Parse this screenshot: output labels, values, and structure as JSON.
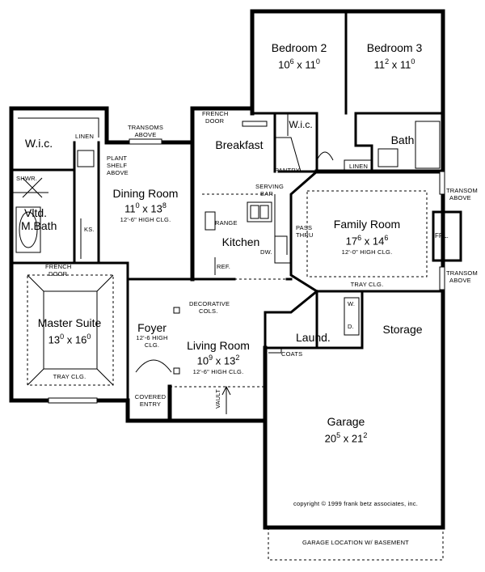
{
  "rooms": {
    "bedroom2": {
      "name": "Bedroom 2",
      "w": "10",
      "wf": "6",
      "l": "11",
      "lf": "0"
    },
    "bedroom3": {
      "name": "Bedroom 3",
      "w": "11",
      "wf": "2",
      "l": "11",
      "lf": "0"
    },
    "breakfast": {
      "name": "Breakfast"
    },
    "wic_left": {
      "name": "W.i.c."
    },
    "wic_right": {
      "name": "W.i.c."
    },
    "bath": {
      "name": "Bath"
    },
    "dining": {
      "name": "Dining Room",
      "w": "11",
      "wf": "0",
      "l": "13",
      "lf": "8",
      "note": "12'-6\" HIGH CLG."
    },
    "kitchen": {
      "name": "Kitchen"
    },
    "family": {
      "name": "Family Room",
      "w": "17",
      "wf": "6",
      "l": "14",
      "lf": "6",
      "note": "12'-0\" HIGH CLG."
    },
    "vltd": {
      "name": "Vltd."
    },
    "mbath": {
      "name": "M.Bath"
    },
    "master": {
      "name": "Master Suite",
      "w": "13",
      "wf": "0",
      "l": "16",
      "lf": "0"
    },
    "foyer": {
      "name": "Foyer",
      "note1": "12'-6 HIGH",
      "note2": "CLG."
    },
    "living": {
      "name": "Living Room",
      "w": "10",
      "wf": "9",
      "l": "13",
      "lf": "2",
      "note": "12'-6\" HIGH CLG."
    },
    "laund": {
      "name": "Laund."
    },
    "storage": {
      "name": "Storage"
    },
    "garage": {
      "name": "Garage",
      "w": "20",
      "wf": "5",
      "l": "21",
      "lf": "2"
    }
  },
  "labels": {
    "french_door_top": "FRENCH",
    "french_door_bottom": "DOOR",
    "linen_left": "LINEN",
    "linen_right": "LINEN",
    "transoms_top": "TRANSOMS",
    "transoms_bottom": "ABOVE",
    "plant_shelf_1": "PLANT",
    "plant_shelf_2": "SHELF",
    "plant_shelf_3": "ABOVE",
    "pantry": "PANTRY",
    "serving_bar_1": "SERVING",
    "serving_bar_2": "BAR",
    "shwr": "SHWR.",
    "range": "RANGE",
    "ref": "REF.",
    "dw": "DW.",
    "pass_thru_1": "PASS",
    "pass_thru_2": "THRU",
    "fpl": "FPL.",
    "transom_right_top_1": "TRANSOM",
    "transom_right_top_2": "ABOVE",
    "transom_right_bot_1": "TRANSOM",
    "transom_right_bot_2": "ABOVE",
    "ks": "KS.",
    "tray_clg_family": "TRAY CLG.",
    "tray_clg_master": "TRAY CLG.",
    "french_door_master_1": "FRENCH",
    "french_door_master_2": "DOOR",
    "decorative_cols_1": "DECORATIVE",
    "decorative_cols_2": "COLS.",
    "coats": "COATS",
    "w_mark": "W.",
    "d_mark": "D.",
    "covered_entry_1": "COVERED",
    "covered_entry_2": "ENTRY",
    "vault": "VAULT",
    "copyright": "copyright © 1999 frank betz associates, inc.",
    "garage_location": "GARAGE LOCATION W/ BASEMENT"
  }
}
